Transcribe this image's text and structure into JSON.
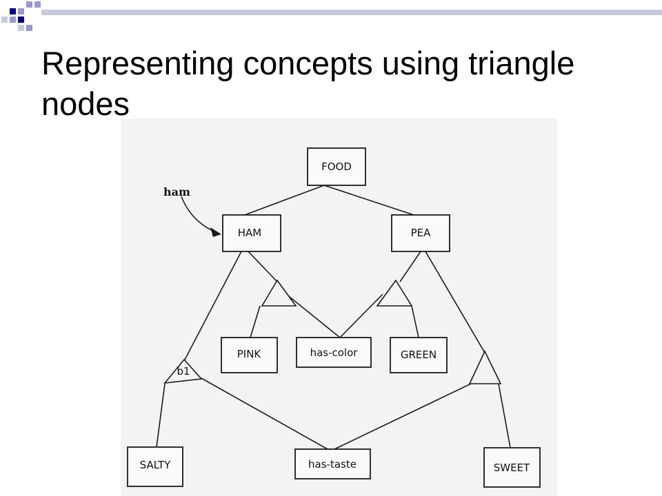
{
  "slide": {
    "title": "Representing concepts using triangle nodes"
  },
  "theme": {
    "accent_dark": "#000080",
    "accent_light": "#9999cc",
    "bar_color": "#c8c8dc",
    "figure_bg": "#f3f3f1"
  },
  "diagram": {
    "nodes": {
      "food": "FOOD",
      "ham": "HAM",
      "pea": "PEA",
      "pink": "PINK",
      "has_color": "has-color",
      "green": "GREEN",
      "salty": "SALTY",
      "has_taste": "has-taste",
      "sweet": "SWEET"
    },
    "pointer_label": "ham",
    "triangle_label": "b1"
  }
}
